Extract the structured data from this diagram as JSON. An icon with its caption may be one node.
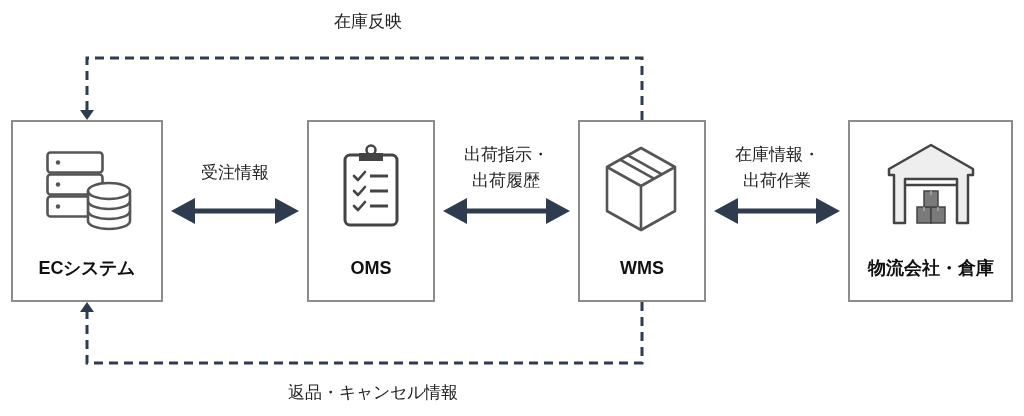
{
  "diagram": {
    "nodes": [
      {
        "text": [
          "ECシステム"
        ]
      },
      {
        "text": [
          "OMS"
        ]
      },
      {
        "text": [
          "WMS"
        ]
      },
      {
        "text": [
          "物流会社・倉庫"
        ]
      }
    ],
    "edges": [
      {
        "from": 0,
        "to": 1,
        "arrow": "both",
        "label": "受注情報"
      },
      {
        "from": 1,
        "to": 2,
        "arrow": "both",
        "label": "出荷指示・出荷履歴"
      },
      {
        "from": 2,
        "to": 3,
        "arrow": "both",
        "label": "在庫情報・出荷作業"
      },
      {
        "from": 2,
        "to": 0,
        "arrow": "to",
        "style": "dashed",
        "label": "在庫反映"
      },
      {
        "from": 2,
        "to": 0,
        "arrow": "to",
        "style": "dashed",
        "label": "返品・キャンセル情報"
      }
    ]
  }
}
